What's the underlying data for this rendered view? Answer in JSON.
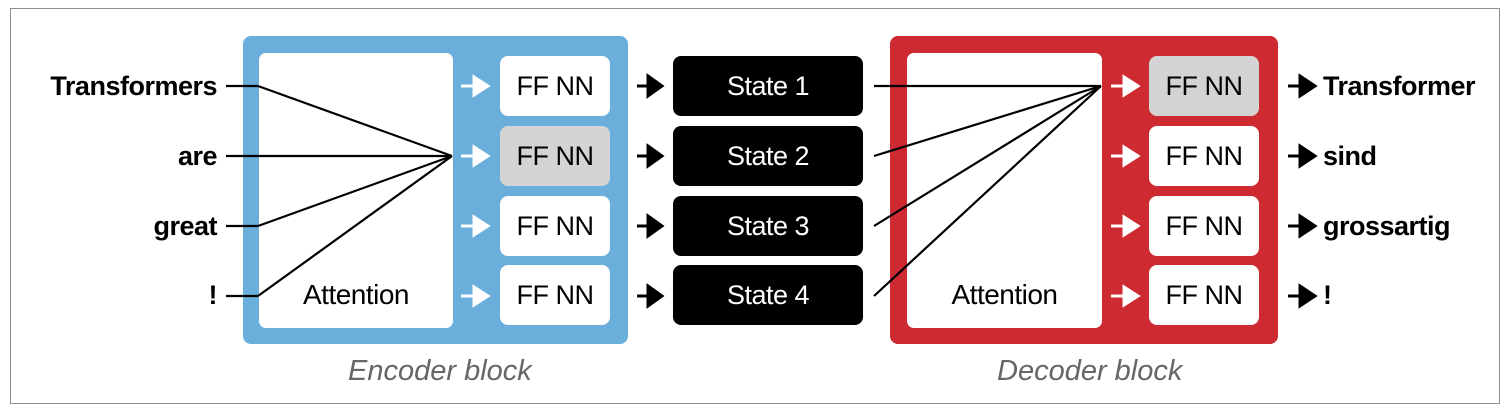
{
  "encoder": {
    "caption": "Encoder block",
    "attention_label": "Attention",
    "ffnn_labels": [
      "FF NN",
      "FF NN",
      "FF NN",
      "FF NN"
    ],
    "highlighted_ffnn_index": 1,
    "color": "#6aaedb"
  },
  "decoder": {
    "caption": "Decoder block",
    "attention_label": "Attention",
    "ffnn_labels": [
      "FF NN",
      "FF NN",
      "FF NN",
      "FF NN"
    ],
    "highlighted_ffnn_index": 0,
    "color": "#cd2a31"
  },
  "input_tokens": [
    "Transformers",
    "are",
    "great",
    "!"
  ],
  "states": [
    "State 1",
    "State 2",
    "State 3",
    "State 4"
  ],
  "output_tokens": [
    "Transformer",
    "sind",
    "grossartig",
    "!"
  ],
  "colors": {
    "state_fill": "#000000",
    "highlight_fill": "#d3d3d3",
    "caption_text": "#666666"
  }
}
